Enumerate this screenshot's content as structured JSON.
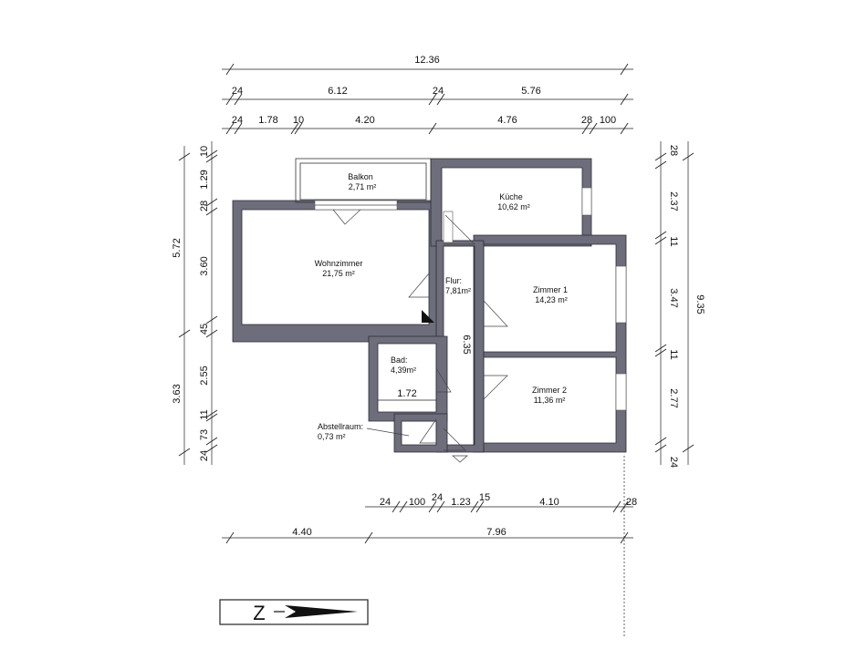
{
  "dimensions": {
    "top_total": "12.36",
    "top_row2": [
      "24",
      "6.12",
      "24",
      "5.76"
    ],
    "top_row3": [
      "24",
      "1.78",
      "10",
      "4.20",
      "4.76",
      "28",
      "100"
    ],
    "left_outer": [
      "5.72",
      "3.63"
    ],
    "left_inner": [
      "10",
      "1.29",
      "28",
      "3.60",
      "45",
      "2.55",
      "11",
      "73",
      "24"
    ],
    "right_inner": [
      "28",
      "2.37",
      "11",
      "3.47",
      "11",
      "2.77",
      "24"
    ],
    "right_total": "9.35",
    "bottom_row1": [
      "24",
      "100",
      "24",
      "1.23",
      "15",
      "4.10",
      "28"
    ],
    "bottom_row2": [
      "4.40",
      "7.96"
    ],
    "flur_length": "6.35",
    "bad_width": "1.72"
  },
  "rooms": [
    {
      "name": "Balkon",
      "area": "2,71 m²"
    },
    {
      "name": "Küche",
      "area": "10,62 m²"
    },
    {
      "name": "Wohnzimmer",
      "area": "21,75 m²"
    },
    {
      "name": "Flur:",
      "area": "7,81m²"
    },
    {
      "name": "Zimmer 1",
      "area": "14,23 m²"
    },
    {
      "name": "Bad:",
      "area": "4,39m²"
    },
    {
      "name": "Zimmer 2",
      "area": "11,36 m²"
    },
    {
      "name": "Abstellraum:",
      "area": "0,73 m²"
    }
  ],
  "north_arrow": {
    "label": "Z"
  }
}
